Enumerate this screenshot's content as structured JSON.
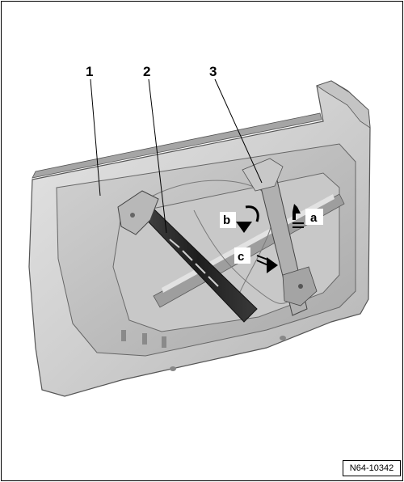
{
  "callouts": {
    "c1": "1",
    "c2": "2",
    "c3": "3"
  },
  "motions": {
    "a": "a",
    "b": "b",
    "c": "c"
  },
  "reference": "N64-10342",
  "colors": {
    "panel_light": "#dcdcdc",
    "panel_mid": "#bdbdbd",
    "panel_dark": "#8c8c8c",
    "rail_dark": "#2a2a2a",
    "outline": "#555555"
  }
}
